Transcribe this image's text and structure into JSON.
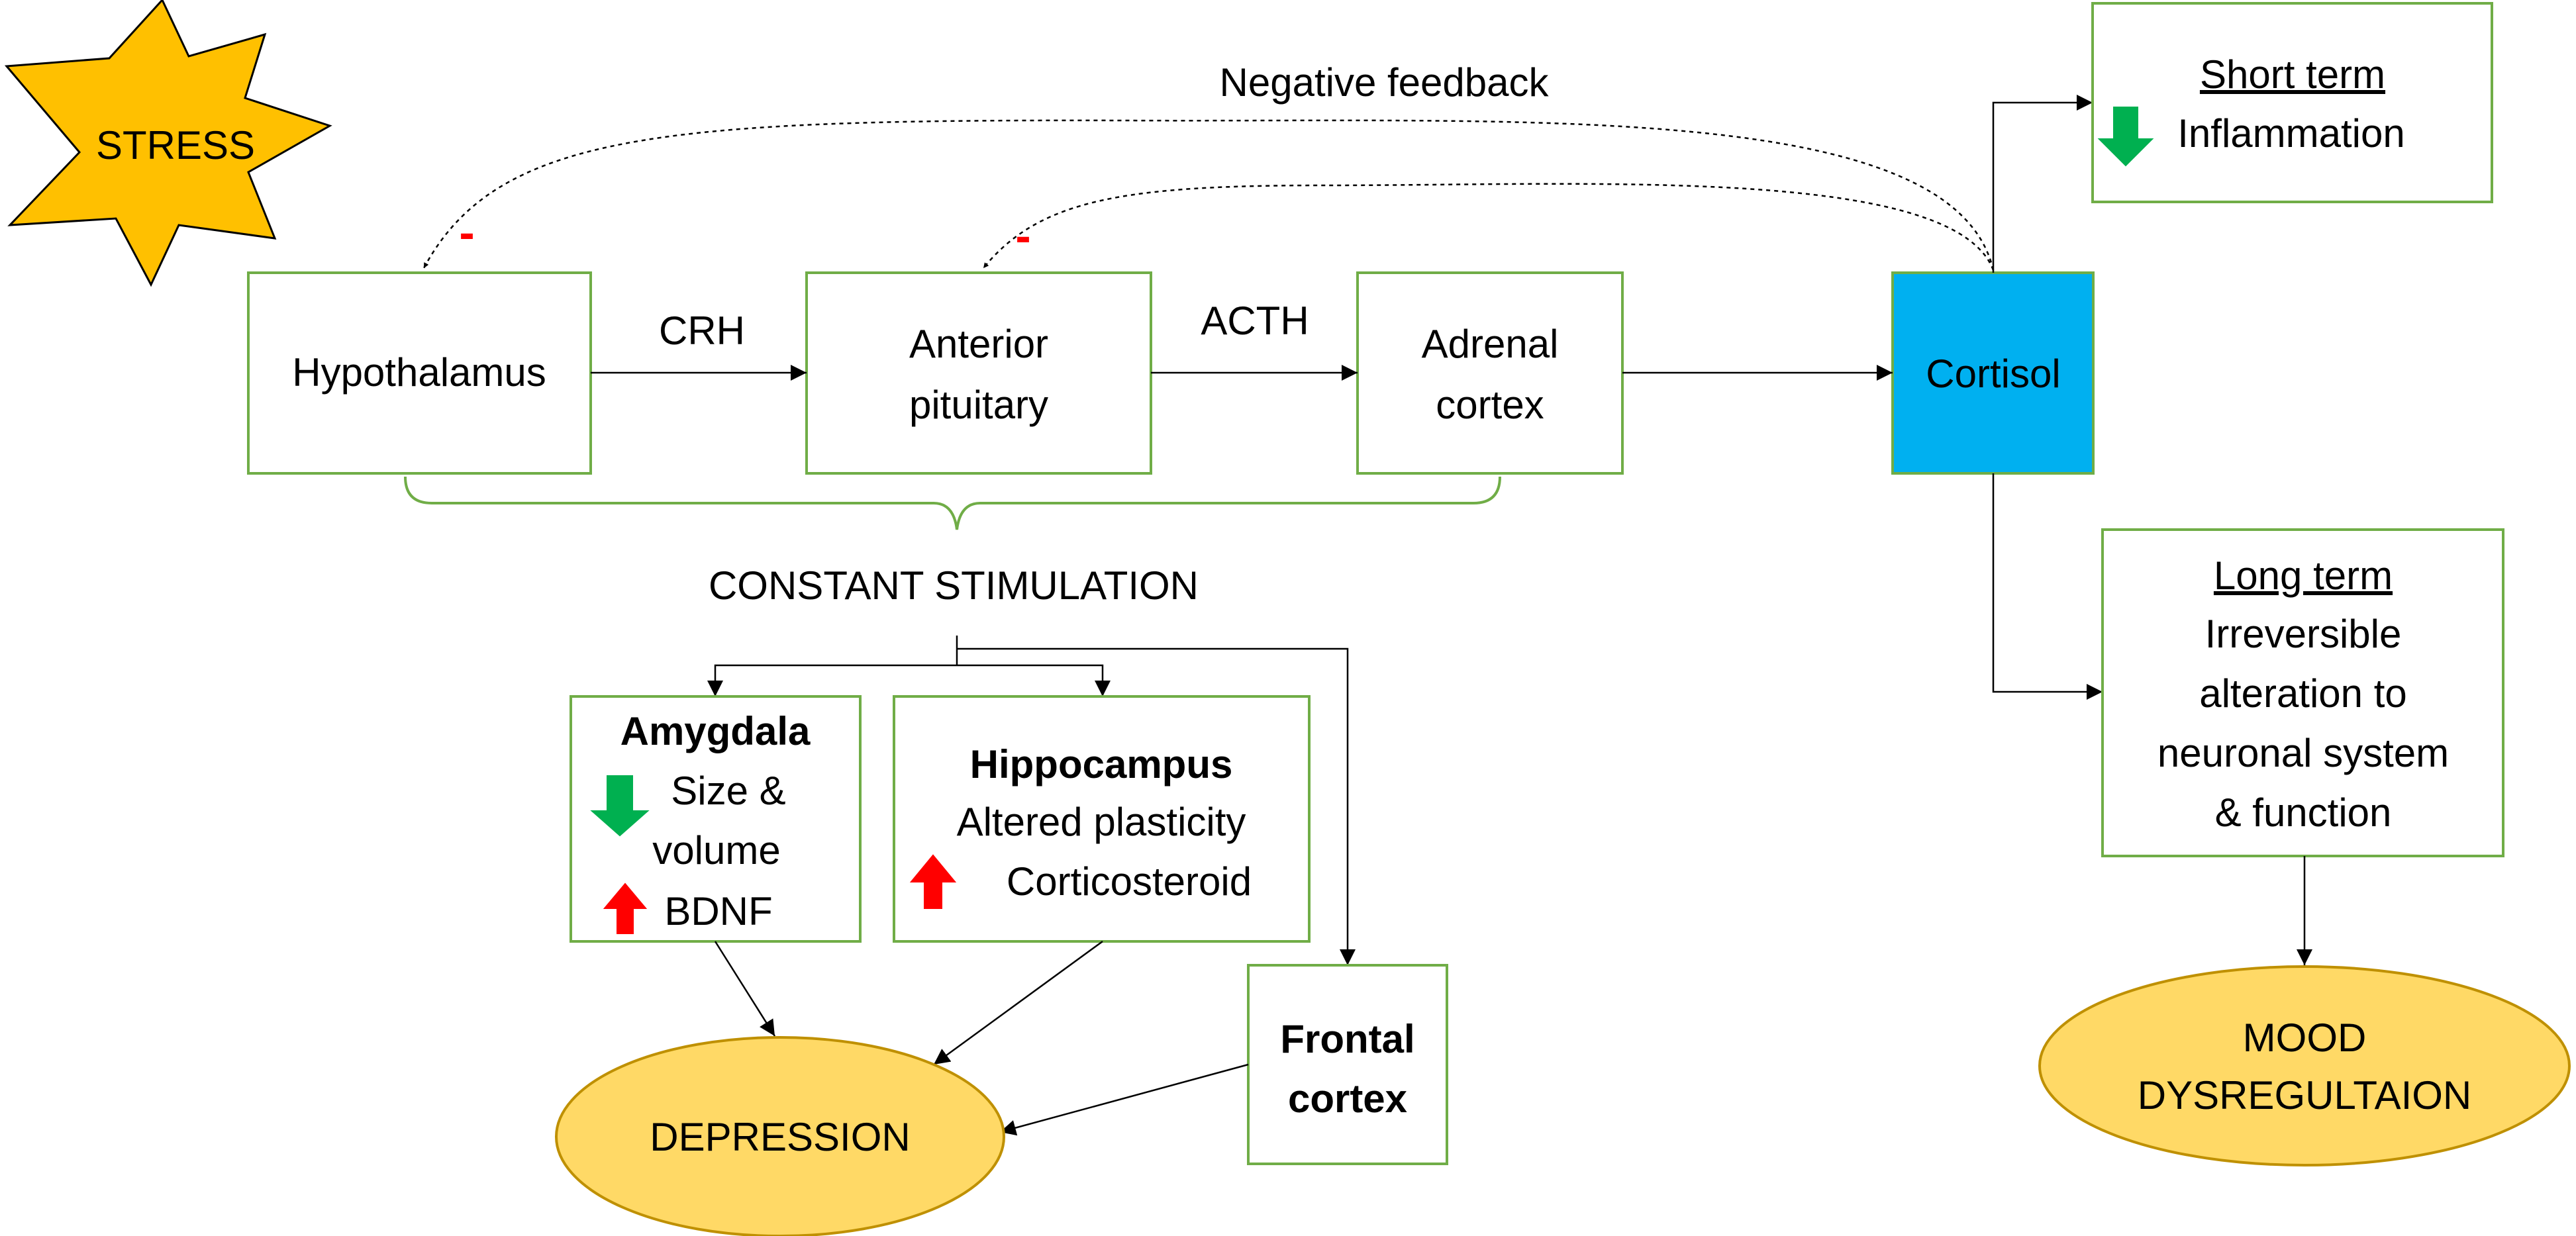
{
  "stress": "STRESS",
  "negative_feedback": "Negative feedback",
  "minus_sign": "-",
  "hypothalamus": "Hypothalamus",
  "crh": "CRH",
  "anterior_pituitary": [
    "Anterior",
    "pituitary"
  ],
  "acth": "ACTH",
  "adrenal_cortex": [
    "Adrenal",
    "cortex"
  ],
  "cortisol": "Cortisol",
  "short_term": {
    "title": "Short term",
    "item": "Inflammation"
  },
  "long_term": {
    "title": "Long term",
    "lines": [
      "Irreversible",
      "alteration to",
      "neuronal system",
      "& function"
    ]
  },
  "constant_stimulation": "CONSTANT STIMULATION",
  "amygdala": {
    "title": "Amygdala",
    "down_lines": [
      "Size &",
      "volume"
    ],
    "up": "BDNF"
  },
  "hippocampus": {
    "title": "Hippocampus",
    "line": "Altered plasticity",
    "up": "Corticosteroid"
  },
  "frontal_cortex": [
    "Frontal",
    "cortex"
  ],
  "depression": "DEPRESSION",
  "mood": [
    "MOOD",
    "DYSREGULTAION"
  ],
  "colors": {
    "box_border": "#70ad47",
    "starburst": "#ffc000",
    "cortisol_fill": "#00b0f0",
    "ellipse_fill": "#ffd966",
    "ellipse_border": "#bf9000",
    "down_arrow": "#00b050",
    "up_arrow": "#ff0000"
  }
}
